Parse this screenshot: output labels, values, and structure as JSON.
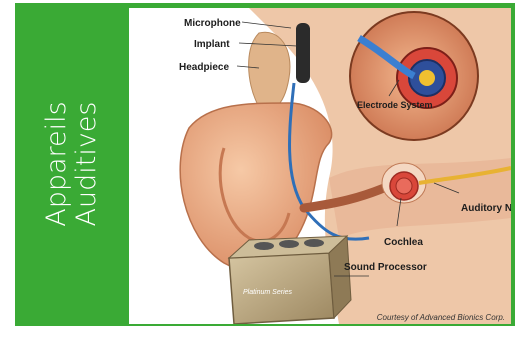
{
  "side_title": {
    "line1": "Appareils",
    "line2": "Auditives"
  },
  "labels": {
    "microphone": "Microphone",
    "implant": "Implant",
    "headpiece": "Headpiece",
    "electrode_system": "Electrode System",
    "auditory_nerve": "Auditory Nerve",
    "cochlea": "Cochlea",
    "sound_processor": "Sound Processor",
    "processor_brand": "Platinum Series"
  },
  "credit": "Courtesy of Advanced Bionics Corp.",
  "colors": {
    "frame_green": "#3aaa35",
    "skin": "#e8a27a",
    "cochlea": "#d9473a",
    "cable": "#2f6fb8",
    "processor": "#b6a27e"
  }
}
